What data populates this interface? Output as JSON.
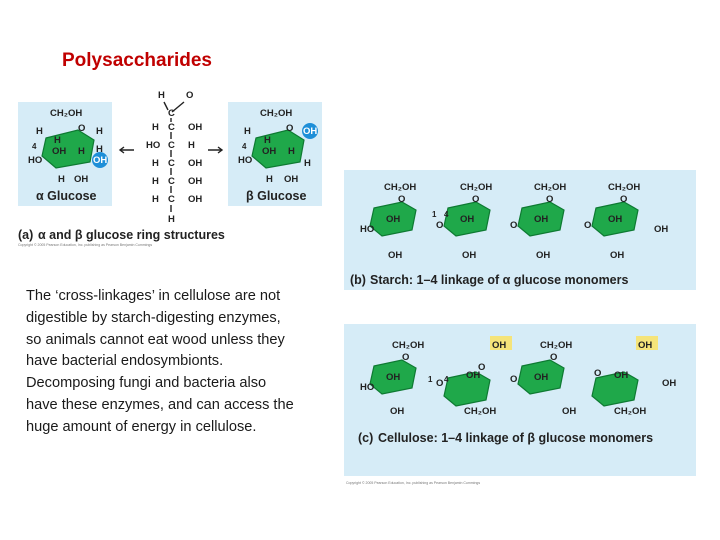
{
  "slide": {
    "title": "Polysaccharides",
    "body_lines": [
      "The ‘cross-linkages’ in cellulose are not",
      "digestible by starch-digesting enzymes,",
      "so animals cannot eat wood unless they",
      "have bacterial endosymbionts.",
      "Decomposing fungi and bacteria also",
      "have these enzymes, and can access the",
      "huge amount of energy in cellulose."
    ]
  },
  "figure_a": {
    "alpha_name": "α Glucose",
    "beta_name": "β Glucose",
    "caption_letter": "(a)",
    "caption_text": "α and β glucose ring structures",
    "copyright": "Copyright © 2005 Pearson Education, Inc. publishing as Pearson Benjamin Cummings",
    "chain": {
      "top_h": "H",
      "top_o": "O",
      "c": "C",
      "rows": [
        {
          "left": "H",
          "right": "OH"
        },
        {
          "left": "HO",
          "right": "H"
        },
        {
          "left": "H",
          "right": "OH"
        },
        {
          "left": "H",
          "right": "OH"
        },
        {
          "left": "H",
          "right": "OH"
        }
      ],
      "bottom_h": "H"
    }
  },
  "figure_b": {
    "caption_letter": "(b)",
    "caption_text": "Starch: 1–4 linkage of α glucose monomers"
  },
  "figure_c": {
    "caption_letter": "(c)",
    "caption_text": "Cellulose: 1–4 linkage of β glucose monomers",
    "copyright": "Copyright © 2005 Pearson Education, Inc. publishing as Pearson Benjamin Cummings"
  },
  "labels": {
    "ch2oh": "CH₂OH",
    "oh": "OH",
    "ho": "HO",
    "o": "O",
    "h": "H",
    "c1": "1",
    "c4": "4"
  },
  "colors": {
    "title": "#c00000",
    "ring": "#1fa84a",
    "panel": "#d6ecf7",
    "highlight": "#1e8fd8",
    "oh_highlight": "#f5e47a"
  }
}
